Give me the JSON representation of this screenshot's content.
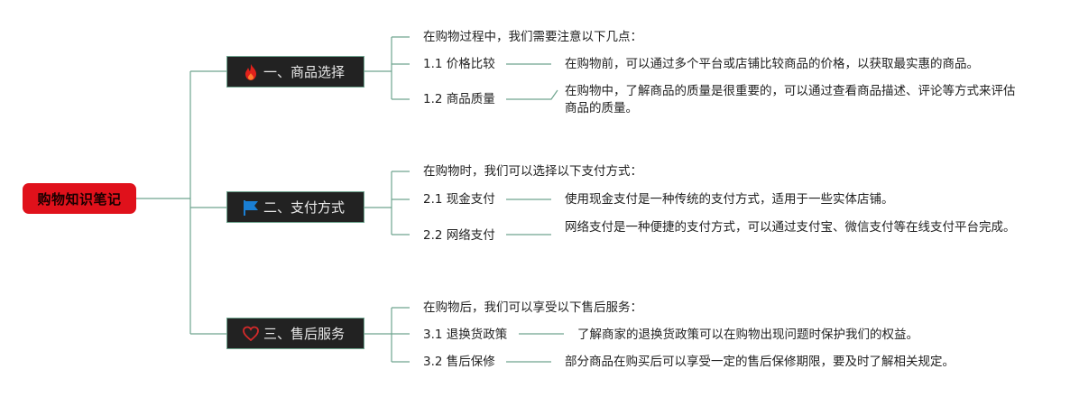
{
  "root": {
    "title": "购物知识笔记"
  },
  "branches": [
    {
      "title": "一、商品选择",
      "icon": "fire-icon",
      "intro": "在购物过程中，我们需要注意以下几点：",
      "items": [
        {
          "label": "1.1 价格比较",
          "detail": "在购物前，可以通过多个平台或店铺比较商品的价格，以获取最实惠的商品。"
        },
        {
          "label": "1.2 商品质量",
          "detail": "在购物中，了解商品的质量是很重要的，可以通过查看商品描述、评论等方式来评估商品的质量。"
        }
      ]
    },
    {
      "title": "二、支付方式",
      "icon": "flag-icon",
      "intro": "在购物时，我们可以选择以下支付方式：",
      "items": [
        {
          "label": "2.1 现金支付",
          "detail": "使用现金支付是一种传统的支付方式，适用于一些实体店铺。"
        },
        {
          "label": "2.2 网络支付",
          "detail": "网络支付是一种便捷的支付方式，可以通过支付宝、微信支付等在线支付平台完成。"
        }
      ]
    },
    {
      "title": "三、售后服务",
      "icon": "heart-icon",
      "intro": "在购物后，我们可以享受以下售后服务：",
      "items": [
        {
          "label": "3.1 退换货政策",
          "detail": "了解商家的退换货政策可以在购物出现问题时保护我们的权益。"
        },
        {
          "label": "3.2 售后保修",
          "detail": "部分商品在购买后可以享受一定的售后保修期限，要及时了解相关规定。"
        }
      ]
    }
  ],
  "colors": {
    "root": "#e0111b",
    "branch_bg": "#222222",
    "line": "#6fa58f",
    "fire": "#e0211b",
    "flag": "#1a7fd4",
    "heart": "#d42a2a"
  }
}
